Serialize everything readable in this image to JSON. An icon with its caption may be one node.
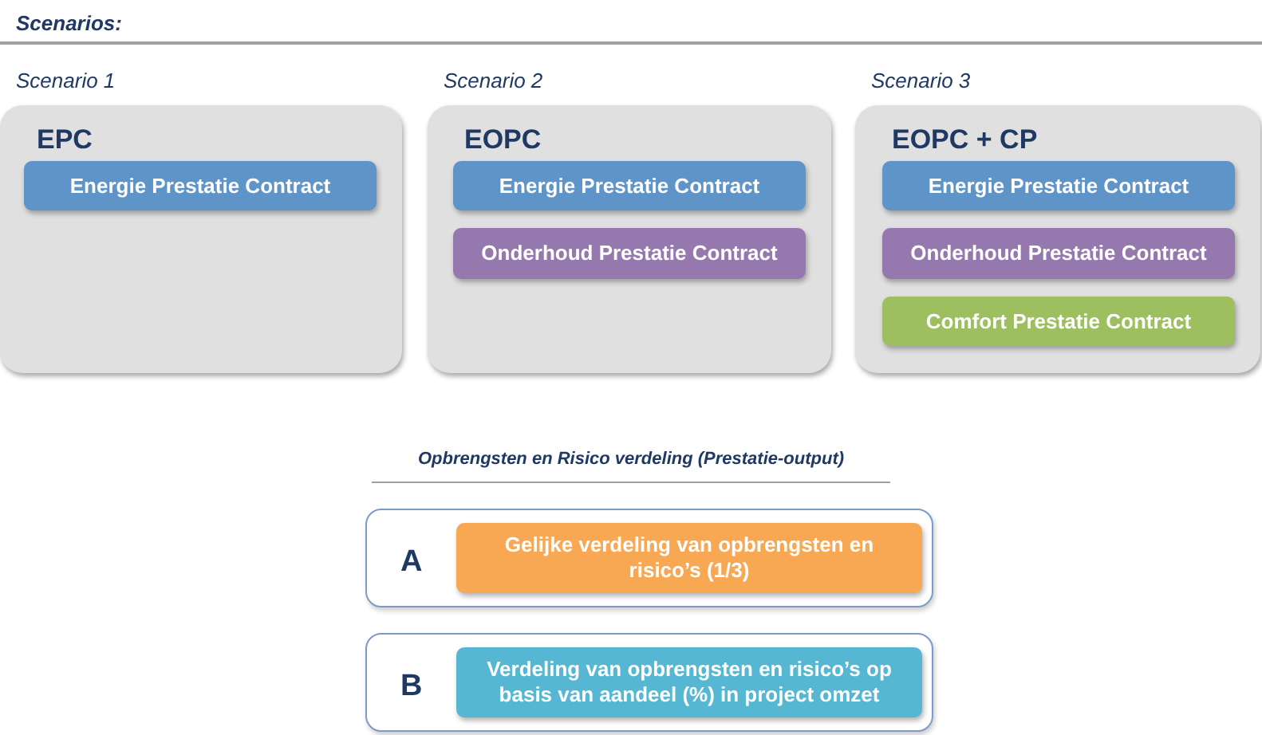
{
  "diagram": {
    "title": "Scenarios:",
    "nodes": [
      {
        "text": [
          "EPC"
        ],
        "beside": [
          "Scenario 1"
        ]
      },
      {
        "text": [
          "Energie Prestatie Contract"
        ],
        "in": 0
      },
      {
        "text": [
          "EOPC"
        ],
        "beside": [
          "Scenario 2"
        ]
      },
      {
        "text": [
          "Energie Prestatie Contract"
        ],
        "in": 2
      },
      {
        "text": [
          "Onderhoud Prestatie Contract"
        ],
        "in": 2
      },
      {
        "text": [
          "EOPC + CP"
        ],
        "beside": [
          "Scenario 3"
        ]
      },
      {
        "text": [
          "Energie Prestatie Contract"
        ],
        "in": 5
      },
      {
        "text": [
          "Onderhoud Prestatie Contract"
        ],
        "in": 5
      },
      {
        "text": [
          "Comfort Prestatie Contract"
        ],
        "in": 5
      },
      {
        "text": [
          "A"
        ]
      },
      {
        "text": [
          "Gelijke verdeling van opbrengsten en risico’s (1/3)"
        ],
        "in": 9
      },
      {
        "text": [
          "B"
        ]
      },
      {
        "text": [
          "Verdeling van opbrengsten en risico’s op basis van aandeel (%) in project omzet"
        ],
        "in": 11
      }
    ],
    "labels": [
      "Opbrengsten en Risico verdeling (Prestatie-output)"
    ]
  }
}
